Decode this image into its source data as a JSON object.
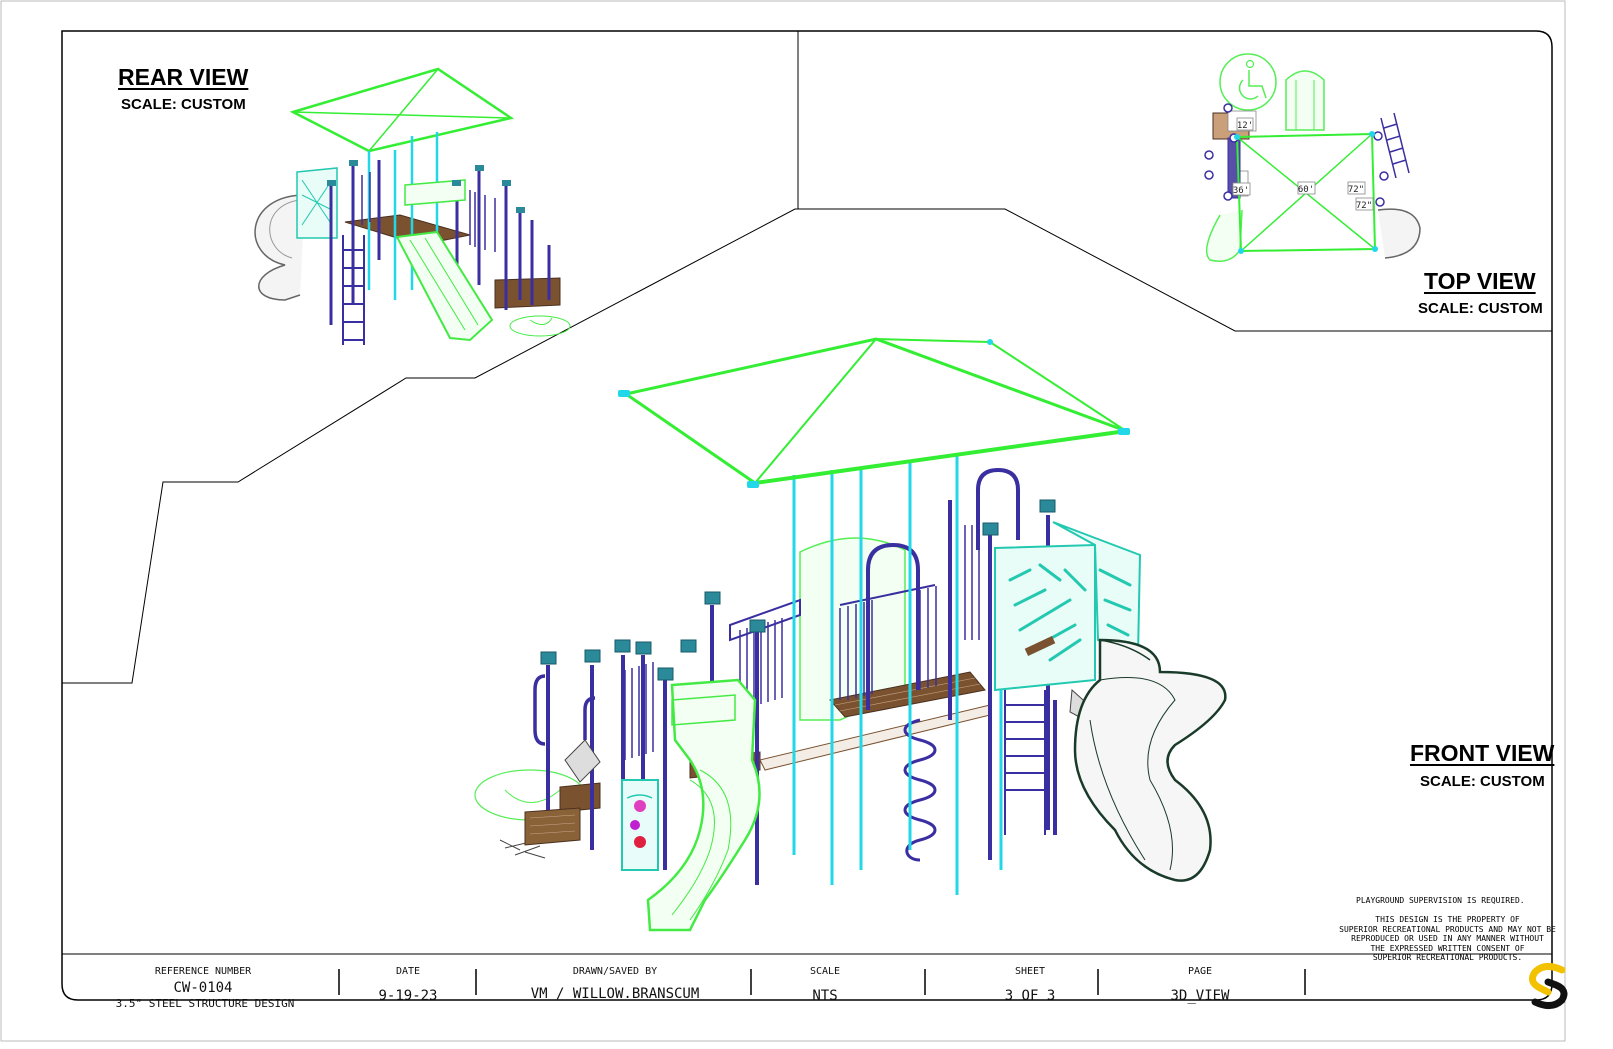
{
  "views": {
    "rear": {
      "title": "REAR VIEW",
      "scale": "SCALE: CUSTOM"
    },
    "top": {
      "title": "TOP VIEW",
      "scale": "SCALE: CUSTOM"
    },
    "front": {
      "title": "FRONT VIEW",
      "scale": "SCALE: CUSTOM"
    }
  },
  "top_view_dimensions": [
    "12'",
    "36'",
    "60'",
    "72\"",
    "72\""
  ],
  "notes": {
    "supervision": "PLAYGROUND SUPERVISION IS REQUIRED.",
    "property": [
      "THIS DESIGN IS THE PROPERTY OF",
      "SUPERIOR RECREATIONAL PRODUCTS AND MAY NOT BE",
      "REPRODUCED OR USED IN ANY MANNER WITHOUT",
      "THE EXPRESSED WRITTEN CONSENT OF",
      "SUPERIOR RECREATIONAL PRODUCTS."
    ]
  },
  "title_block": {
    "reference": {
      "label": "REFERENCE NUMBER",
      "value": "CW-0104",
      "sub": "3.5\" STEEL STRUCTURE DESIGN"
    },
    "date": {
      "label": "DATE",
      "value": "9-19-23"
    },
    "drawn": {
      "label": "DRAWN/SAVED BY",
      "value": "VM / WILLOW.BRANSCUM"
    },
    "scale": {
      "label": "SCALE",
      "value": "NTS"
    },
    "sheet": {
      "label": "SHEET",
      "value": "3 OF 3"
    },
    "page": {
      "label": "PAGE",
      "value": "3D_VIEW"
    }
  },
  "colors": {
    "roof": "#33ee33",
    "post_cyan": "#22d8e8",
    "frame_purple": "#3a2fa0",
    "deck_brown": "#7a5230",
    "slide_green": "#55ee55",
    "slide_dark": "#1a3a2a",
    "logo_yellow": "#f2c200",
    "logo_black": "#111111"
  },
  "icons": [
    "wheelchair-accessibility-icon",
    "superior-logo-icon"
  ]
}
